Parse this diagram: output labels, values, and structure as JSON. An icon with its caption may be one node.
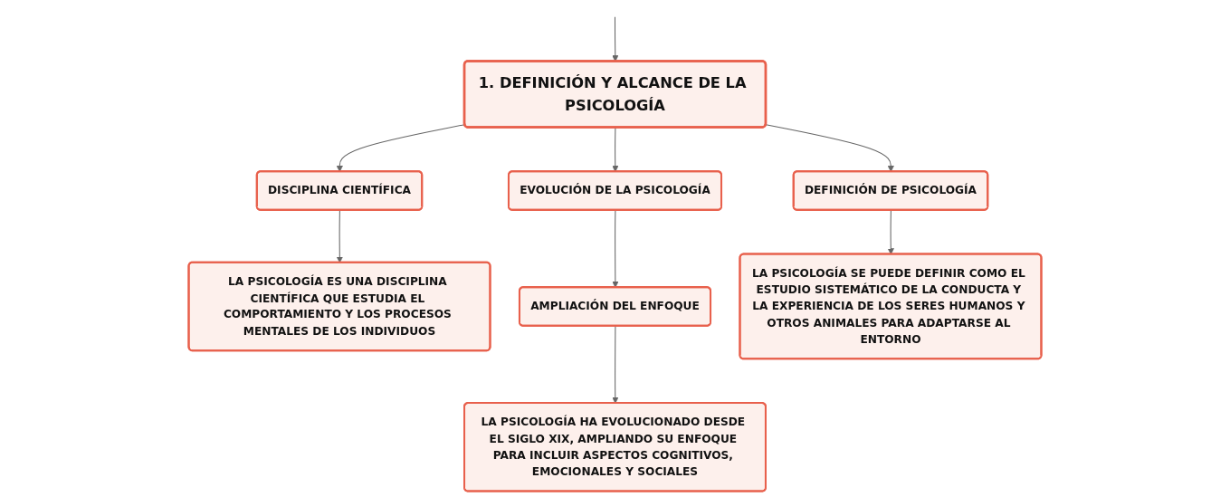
{
  "diagram": {
    "nodes": [
      {
        "text": [
          "1. DEFINICIÓN Y ALCANCE DE LA PSICOLOGÍA"
        ]
      },
      {
        "text": [
          "DISCIPLINA CIENTÍFICA"
        ]
      },
      {
        "text": [
          "EVOLUCIÓN DE LA PSICOLOGÍA"
        ]
      },
      {
        "text": [
          "DEFINICIÓN DE PSICOLOGÍA"
        ]
      },
      {
        "text": [
          "LA PSICOLOGÍA ES UNA DISCIPLINA CIENTÍFICA QUE ESTUDIA EL COMPORTAMIENTO Y LOS PROCESOS MENTALES DE LOS INDIVIDUOS"
        ]
      },
      {
        "text": [
          "AMPLIACIÓN DEL ENFOQUE"
        ]
      },
      {
        "text": [
          "LA PSICOLOGÍA HA EVOLUCIONADO DESDE EL SIGLO XIX, AMPLIANDO SU ENFOQUE PARA INCLUIR ASPECTOS COGNITIVOS, EMOCIONALES Y SOCIALES"
        ]
      },
      {
        "text": [
          "LA PSICOLOGÍA SE PUEDE DEFINIR COMO EL ESTUDIO SISTEMÁTICO DE LA CONDUCTA Y LA EXPERIENCIA DE LOS SERES HUMANOS Y OTROS ANIMALES PARA ADAPTARSE AL ENTORNO"
        ]
      }
    ],
    "edges": [
      {
        "from": null,
        "to": 0,
        "arrow": "to"
      },
      {
        "from": 0,
        "to": 1,
        "arrow": "to"
      },
      {
        "from": 0,
        "to": 2,
        "arrow": "to"
      },
      {
        "from": 0,
        "to": 3,
        "arrow": "to"
      },
      {
        "from": 1,
        "to": 4,
        "arrow": "to"
      },
      {
        "from": 2,
        "to": 5,
        "arrow": "to"
      },
      {
        "from": 5,
        "to": 6,
        "arrow": "to"
      },
      {
        "from": 3,
        "to": 7,
        "arrow": "to"
      }
    ]
  }
}
